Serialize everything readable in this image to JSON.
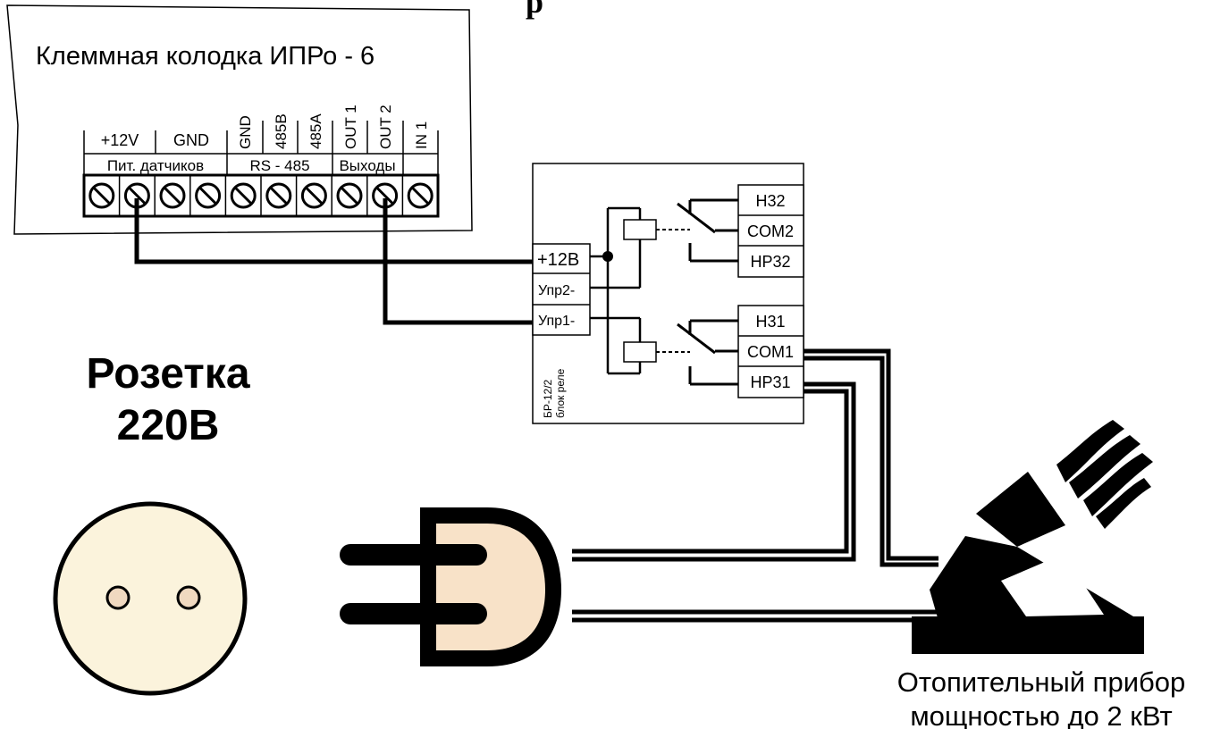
{
  "header": {
    "title": "Клеммная колодка ИПРо - 6",
    "cropped_title_glyph": "р"
  },
  "terminal_block": {
    "top_labels": [
      "+12V",
      "GND",
      "GND",
      "485B",
      "485A",
      "OUT 1",
      "OUT 2",
      "IN 1"
    ],
    "groups": [
      "Пит. датчиков",
      "RS - 485",
      "Выходы"
    ],
    "screw_count": 10
  },
  "relay_block": {
    "inputs": [
      "+12В",
      "Упр2-",
      "Упр1-"
    ],
    "outputs_top": [
      "Н32",
      "COM2",
      "НР32"
    ],
    "outputs_bottom": [
      "Н31",
      "COM1",
      "НР31"
    ],
    "model": "БР-12/2",
    "caption": "блок реле"
  },
  "socket": {
    "label_line1": "Розетка",
    "label_line2": "220В"
  },
  "heater": {
    "caption_line1": "Отопительный прибор",
    "caption_line2": "мощностью до 2 кВт"
  },
  "colors": {
    "line": "#000000",
    "socket_fill": "#fbf3dc",
    "plug_fill": "#f8e2c8",
    "background": "#ffffff"
  }
}
